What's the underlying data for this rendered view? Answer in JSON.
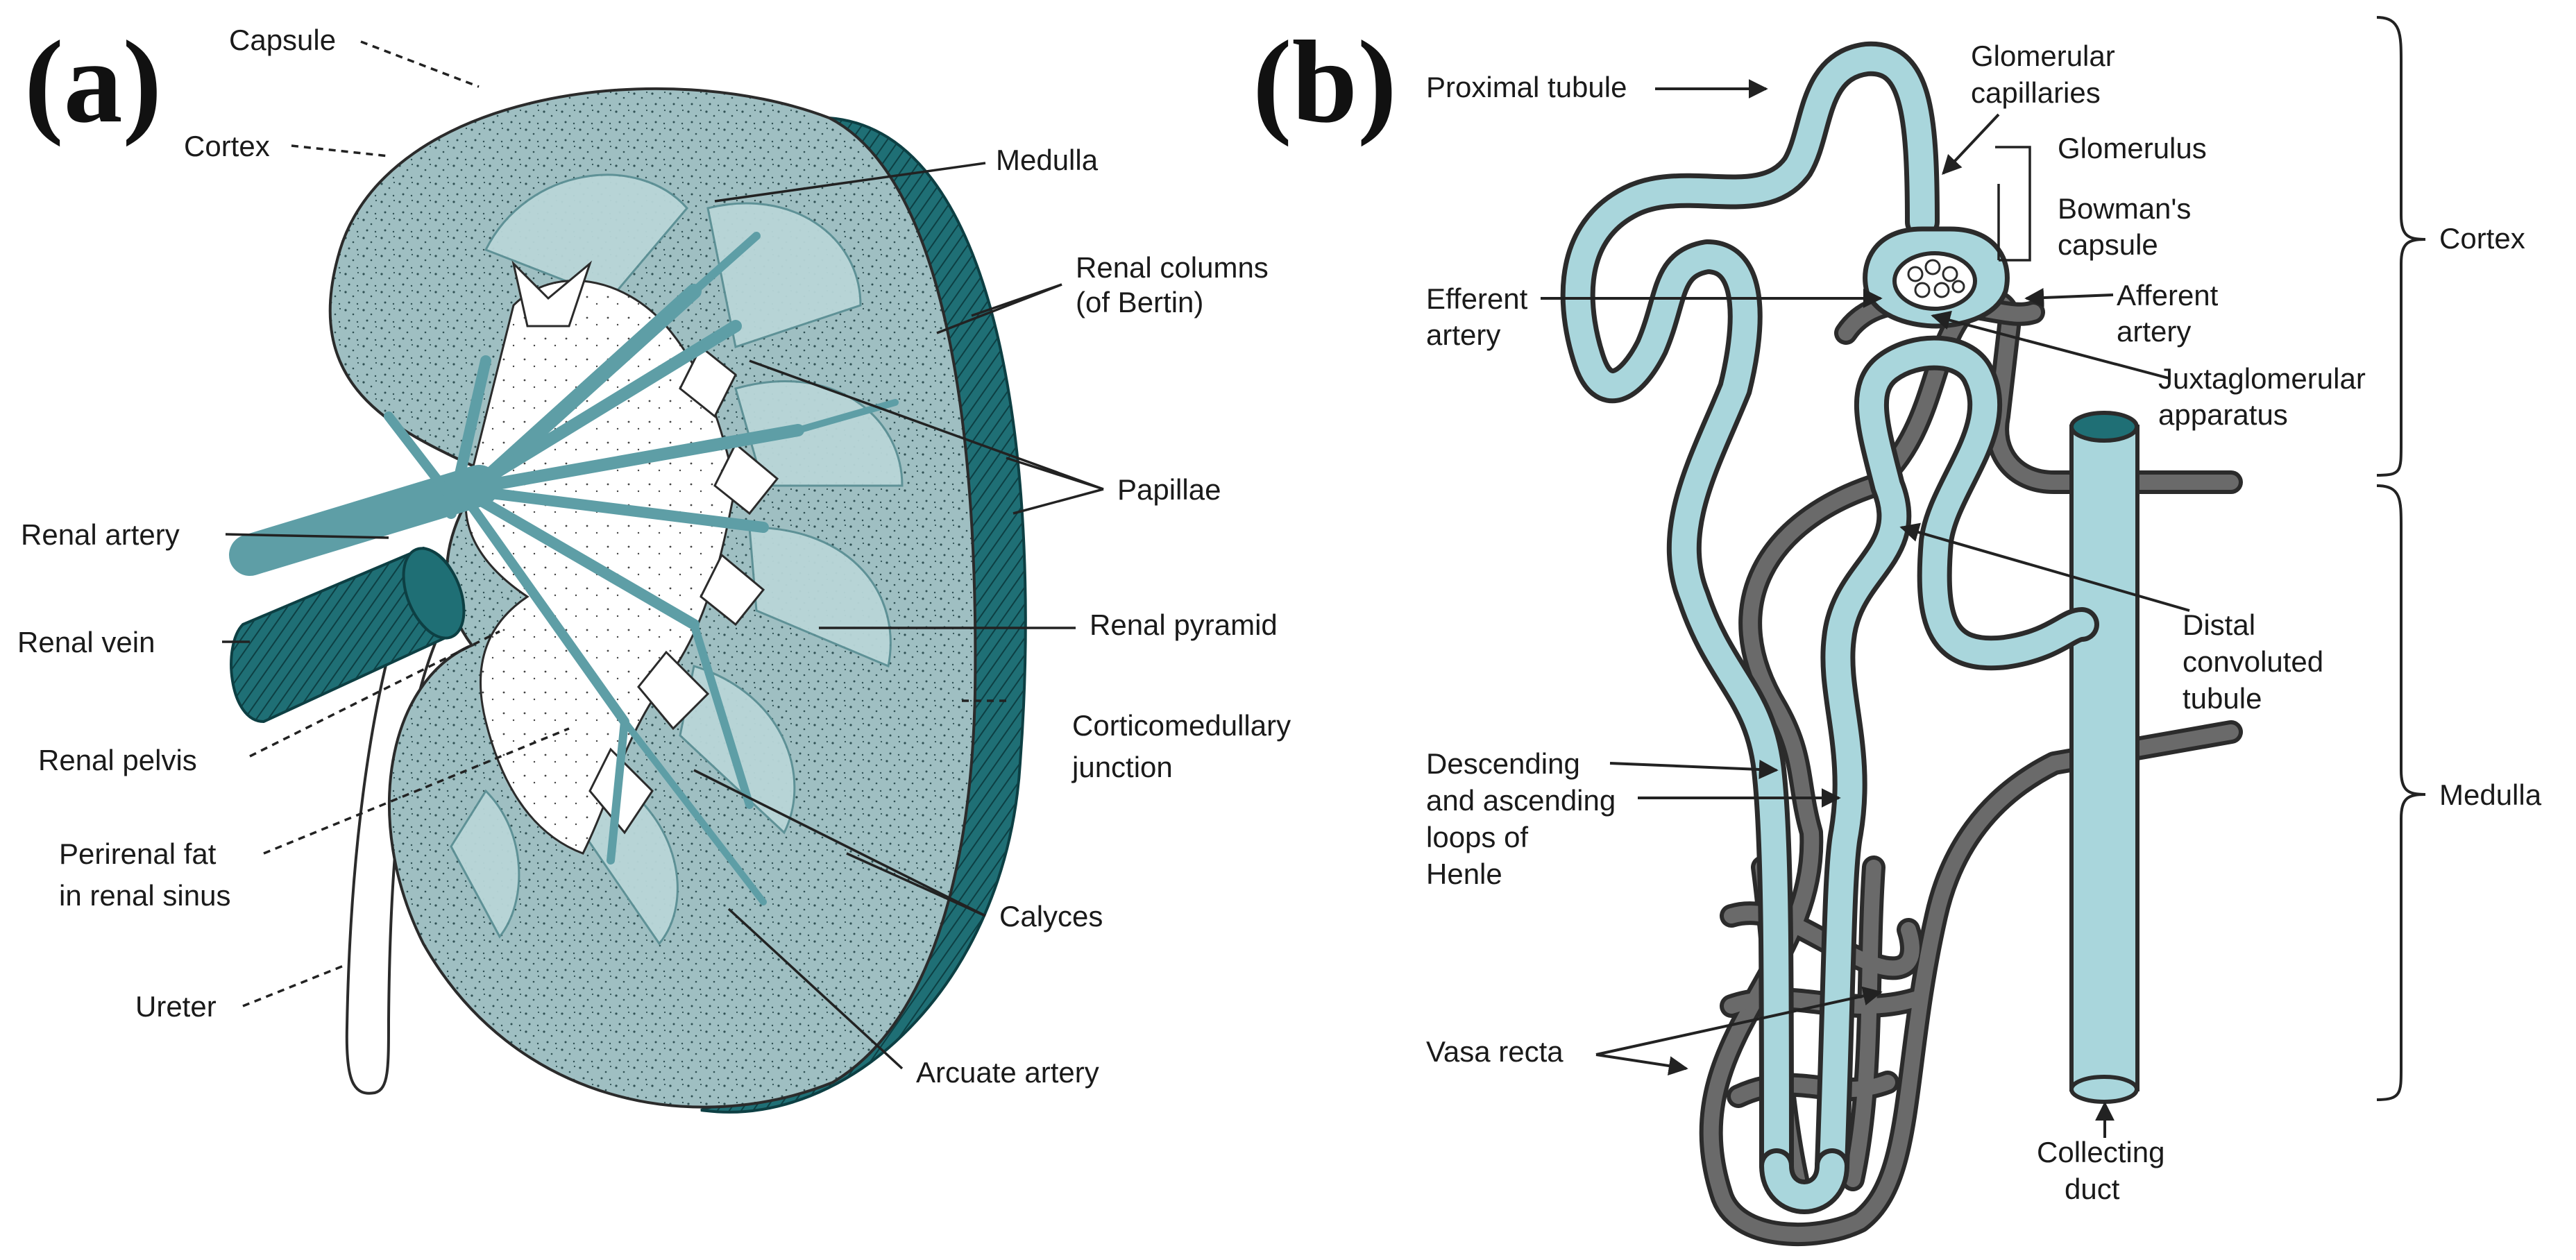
{
  "panels": {
    "a": "(a)",
    "b": "(b)"
  },
  "kidney_labels": {
    "capsule": "Capsule",
    "cortex": "Cortex",
    "medulla": "Medulla",
    "renal_columns": [
      "Renal columns",
      "(of Bertin)"
    ],
    "papillae": "Papillae",
    "renal_artery": "Renal artery",
    "renal_vein": "Renal vein",
    "renal_pyramid": "Renal pyramid",
    "renal_pelvis": "Renal pelvis",
    "corticomedullary_junction": [
      "Corticomedullary",
      "junction"
    ],
    "perirenal_fat": [
      "Perirenal fat",
      "in renal sinus"
    ],
    "calyces": "Calyces",
    "ureter": "Ureter",
    "arcuate_artery": "Arcuate artery"
  },
  "nephron_labels": {
    "proximal_tubule": "Proximal tubule",
    "glomerular_capillaries": [
      "Glomerular",
      "capillaries"
    ],
    "glomerulus": "Glomerulus",
    "bowmans_capsule": [
      "Bowman's",
      "capsule"
    ],
    "efferent_artery": [
      "Efferent",
      "artery"
    ],
    "afferent_artery": [
      "Afferent",
      "artery"
    ],
    "juxtaglomerular_apparatus": [
      "Juxtaglomerular",
      "apparatus"
    ],
    "distal_convoluted_tubule": [
      "Distal",
      "convoluted",
      "tubule"
    ],
    "loops_of_henle": [
      "Descending",
      "and ascending",
      "loops of",
      "Henle"
    ],
    "vasa_recta": "Vasa recta",
    "collecting_duct": [
      "Collecting",
      "duct"
    ]
  },
  "regions": {
    "cortex": "Cortex",
    "medulla": "Medulla"
  },
  "colors": {
    "kidney_fill": "#9fbfc2",
    "kidney_dark": "#1f6f75",
    "vessel_teal": "#5e9ea6",
    "tubule_fill": "#a9d6dc",
    "outline": "#2b2b2b"
  }
}
